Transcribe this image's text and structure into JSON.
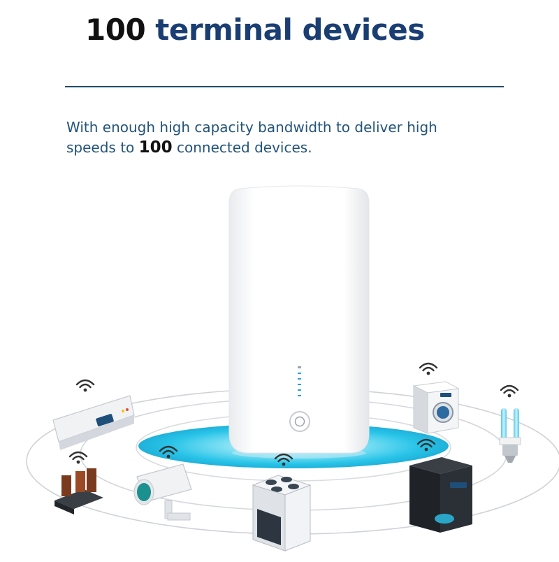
{
  "headline": {
    "number": "100",
    "text": "terminal devices"
  },
  "description": {
    "line1": "With enough high capacity bandwidth to deliver high",
    "line2_pre": "speeds to ",
    "line2_bold": "100",
    "line2_post": " connected devices."
  },
  "colors": {
    "accent": "#1a3e72",
    "rule": "#1e4d6b",
    "glow": "#29c4e8",
    "led": "#2b9de0"
  },
  "devices": [
    "air-conditioner",
    "washing-machine",
    "light-bulb",
    "security-camera",
    "stove",
    "coffee-machine",
    "mosaic-toy"
  ]
}
